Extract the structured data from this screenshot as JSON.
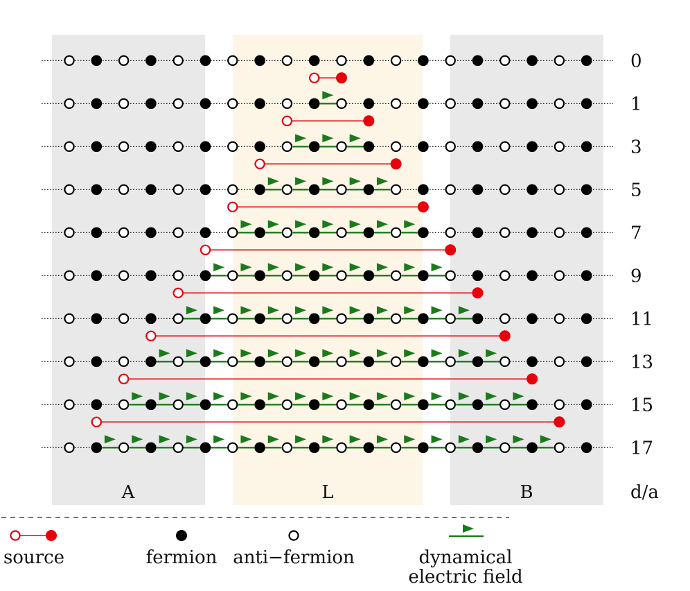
{
  "diagram": {
    "region_labels": {
      "A": "A",
      "L": "L",
      "B": "B"
    },
    "axis_label": "d/a",
    "distances": [
      0,
      1,
      3,
      5,
      7,
      9,
      11,
      13,
      15,
      17
    ],
    "site_count": 20,
    "site_pattern": [
      "anti-fermion",
      "fermion"
    ],
    "colors": {
      "region_A": "#e9e9e9",
      "region_L": "#fdf6e6",
      "region_B": "#e9e9e9",
      "source": "#e8000b",
      "field": "#1b7a1b",
      "site": "#000000"
    }
  },
  "legend": {
    "source": "source",
    "fermion": "fermion",
    "anti_fermion": "anti−fermion",
    "field_line1": "dynamical",
    "field_line2": "electric field"
  }
}
